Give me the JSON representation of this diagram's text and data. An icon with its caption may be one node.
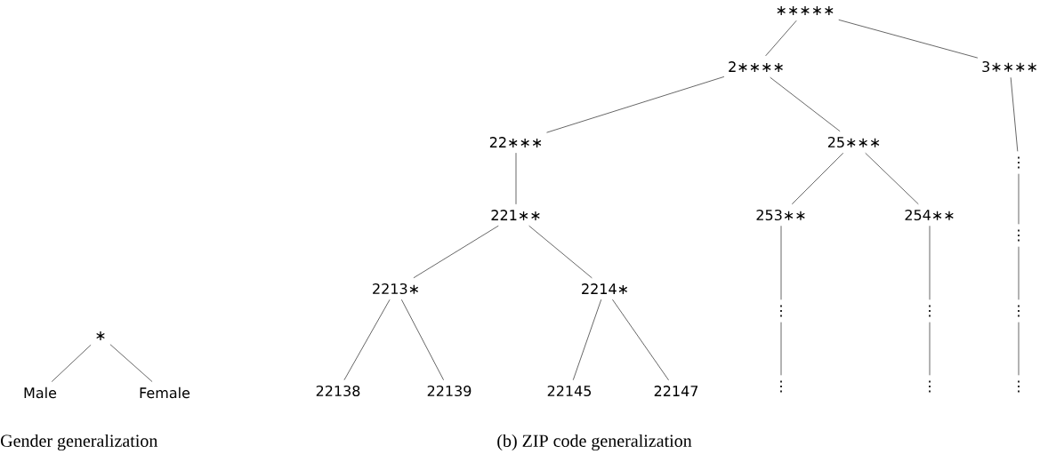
{
  "diagram": {
    "nodes": [
      {
        "text": [
          "∗"
        ]
      },
      {
        "text": [
          "Male"
        ]
      },
      {
        "text": [
          "Female"
        ]
      },
      {
        "text": [
          "∗∗∗∗∗"
        ]
      },
      {
        "text": [
          "2∗∗∗∗"
        ]
      },
      {
        "text": [
          "3∗∗∗∗"
        ]
      },
      {
        "text": [
          "22∗∗∗"
        ]
      },
      {
        "text": [
          "25∗∗∗"
        ]
      },
      {
        "text": [
          "221∗∗"
        ]
      },
      {
        "text": [
          "253∗∗"
        ]
      },
      {
        "text": [
          "254∗∗"
        ]
      },
      {
        "text": [
          "⋮"
        ]
      },
      {
        "text": [
          "⋮"
        ]
      },
      {
        "text": [
          "2213∗"
        ]
      },
      {
        "text": [
          "2214∗"
        ]
      },
      {
        "text": [
          "⋮"
        ]
      },
      {
        "text": [
          "⋮"
        ]
      },
      {
        "text": [
          "⋮"
        ]
      },
      {
        "text": [
          "22138"
        ]
      },
      {
        "text": [
          "22139"
        ]
      },
      {
        "text": [
          "22145"
        ]
      },
      {
        "text": [
          "22147"
        ]
      },
      {
        "text": [
          "⋮"
        ]
      },
      {
        "text": [
          "⋮"
        ]
      },
      {
        "text": [
          "⋮"
        ]
      }
    ],
    "edges": [
      {
        "from": 0,
        "to": 1,
        "arrow": "none"
      },
      {
        "from": 0,
        "to": 2,
        "arrow": "none"
      },
      {
        "from": 3,
        "to": 4,
        "arrow": "none"
      },
      {
        "from": 3,
        "to": 5,
        "arrow": "none"
      },
      {
        "from": 4,
        "to": 6,
        "arrow": "none"
      },
      {
        "from": 4,
        "to": 7,
        "arrow": "none"
      },
      {
        "from": 6,
        "to": 8,
        "arrow": "none"
      },
      {
        "from": 7,
        "to": 9,
        "arrow": "none"
      },
      {
        "from": 7,
        "to": 10,
        "arrow": "none"
      },
      {
        "from": 5,
        "to": 11,
        "arrow": "none"
      },
      {
        "from": 11,
        "to": 12,
        "arrow": "none"
      },
      {
        "from": 8,
        "to": 13,
        "arrow": "none"
      },
      {
        "from": 8,
        "to": 14,
        "arrow": "none"
      },
      {
        "from": 9,
        "to": 15,
        "arrow": "none"
      },
      {
        "from": 10,
        "to": 16,
        "arrow": "none"
      },
      {
        "from": 12,
        "to": 17,
        "arrow": "none"
      },
      {
        "from": 13,
        "to": 18,
        "arrow": "none"
      },
      {
        "from": 13,
        "to": 19,
        "arrow": "none"
      },
      {
        "from": 14,
        "to": 20,
        "arrow": "none"
      },
      {
        "from": 14,
        "to": 21,
        "arrow": "none"
      },
      {
        "from": 15,
        "to": 22,
        "arrow": "none"
      },
      {
        "from": 16,
        "to": 23,
        "arrow": "none"
      },
      {
        "from": 17,
        "to": 24,
        "arrow": "none"
      }
    ],
    "labels": [
      "Gender generalization",
      "(b) ZIP code generalization"
    ]
  }
}
